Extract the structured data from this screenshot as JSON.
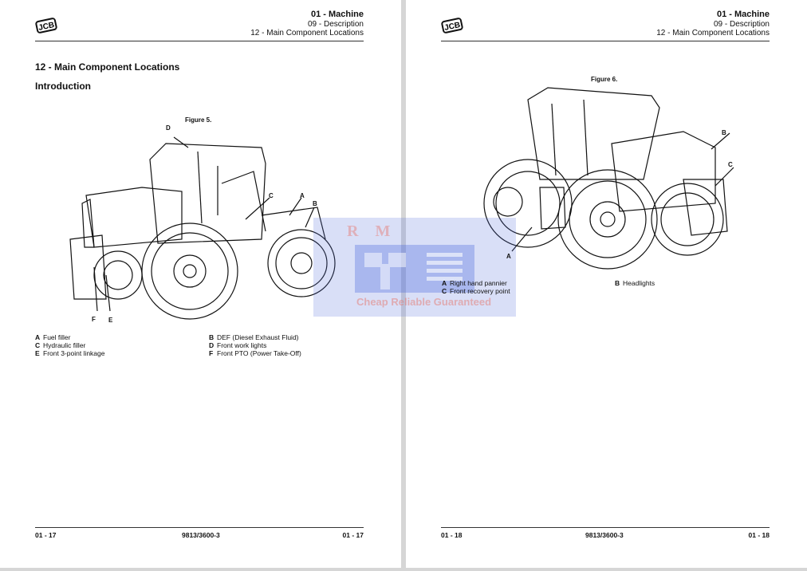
{
  "pages": [
    {
      "header": {
        "section": "01 - Machine",
        "subsection": "09 - Description",
        "topic": "12 - Main Component Locations"
      },
      "title": "12 - Main Component Locations",
      "subtitle": "Introduction",
      "figure_caption": "Figure 5.",
      "callouts": [
        "D",
        "C",
        "A",
        "B",
        "F",
        "E"
      ],
      "legend": [
        {
          "key": "A",
          "text": "Fuel filler"
        },
        {
          "key": "B",
          "text": "DEF (Diesel Exhaust Fluid)"
        },
        {
          "key": "C",
          "text": "Hydraulic filler"
        },
        {
          "key": "D",
          "text": "Front work lights"
        },
        {
          "key": "E",
          "text": "Front 3-point linkage"
        },
        {
          "key": "F",
          "text": "Front PTO (Power Take-Off)"
        }
      ],
      "footer": {
        "left": "01 - 17",
        "center": "9813/3600-3",
        "right": "01 - 17"
      }
    },
    {
      "header": {
        "section": "01 - Machine",
        "subsection": "09 - Description",
        "topic": "12 - Main Component Locations"
      },
      "figure_caption": "Figure 6.",
      "callouts": [
        "B",
        "C",
        "A"
      ],
      "legend": [
        {
          "key": "A",
          "text": "Right hand pannier"
        },
        {
          "key": "C",
          "text": "Front recovery point"
        },
        {
          "key": "B",
          "text": "Headlights"
        }
      ],
      "footer": {
        "left": "01 - 18",
        "center": "9813/3600-3",
        "right": "01 - 18"
      }
    }
  ],
  "logo_text": "JCB",
  "watermark": {
    "letters": "R M",
    "tagline": "Cheap Reliable Guaranteed"
  }
}
